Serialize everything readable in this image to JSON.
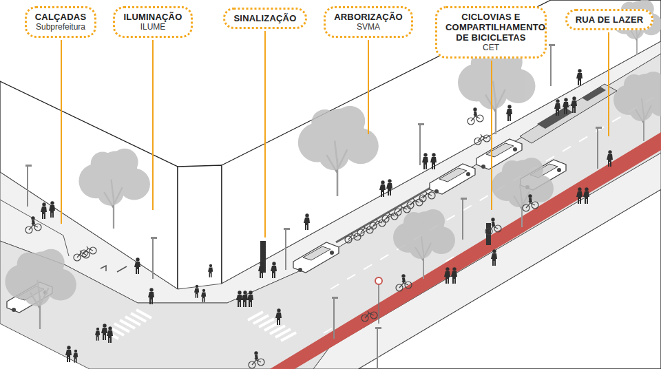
{
  "diagram": {
    "nodes": [
      {
        "text": [
          "CALÇADAS",
          "Subprefeitura"
        ]
      },
      {
        "text": [
          "ILUMINAÇÃO",
          "ILUME"
        ]
      },
      {
        "text": [
          "SINALIZAÇÃO"
        ]
      },
      {
        "text": [
          "ARBORIZAÇÃO",
          "SVMA"
        ]
      },
      {
        "text": [
          "CICLOVIAS E COMPARTILHAMENTO DE BICICLETAS",
          "CET"
        ]
      },
      {
        "text": [
          "RUA DE LAZER"
        ]
      }
    ]
  }
}
